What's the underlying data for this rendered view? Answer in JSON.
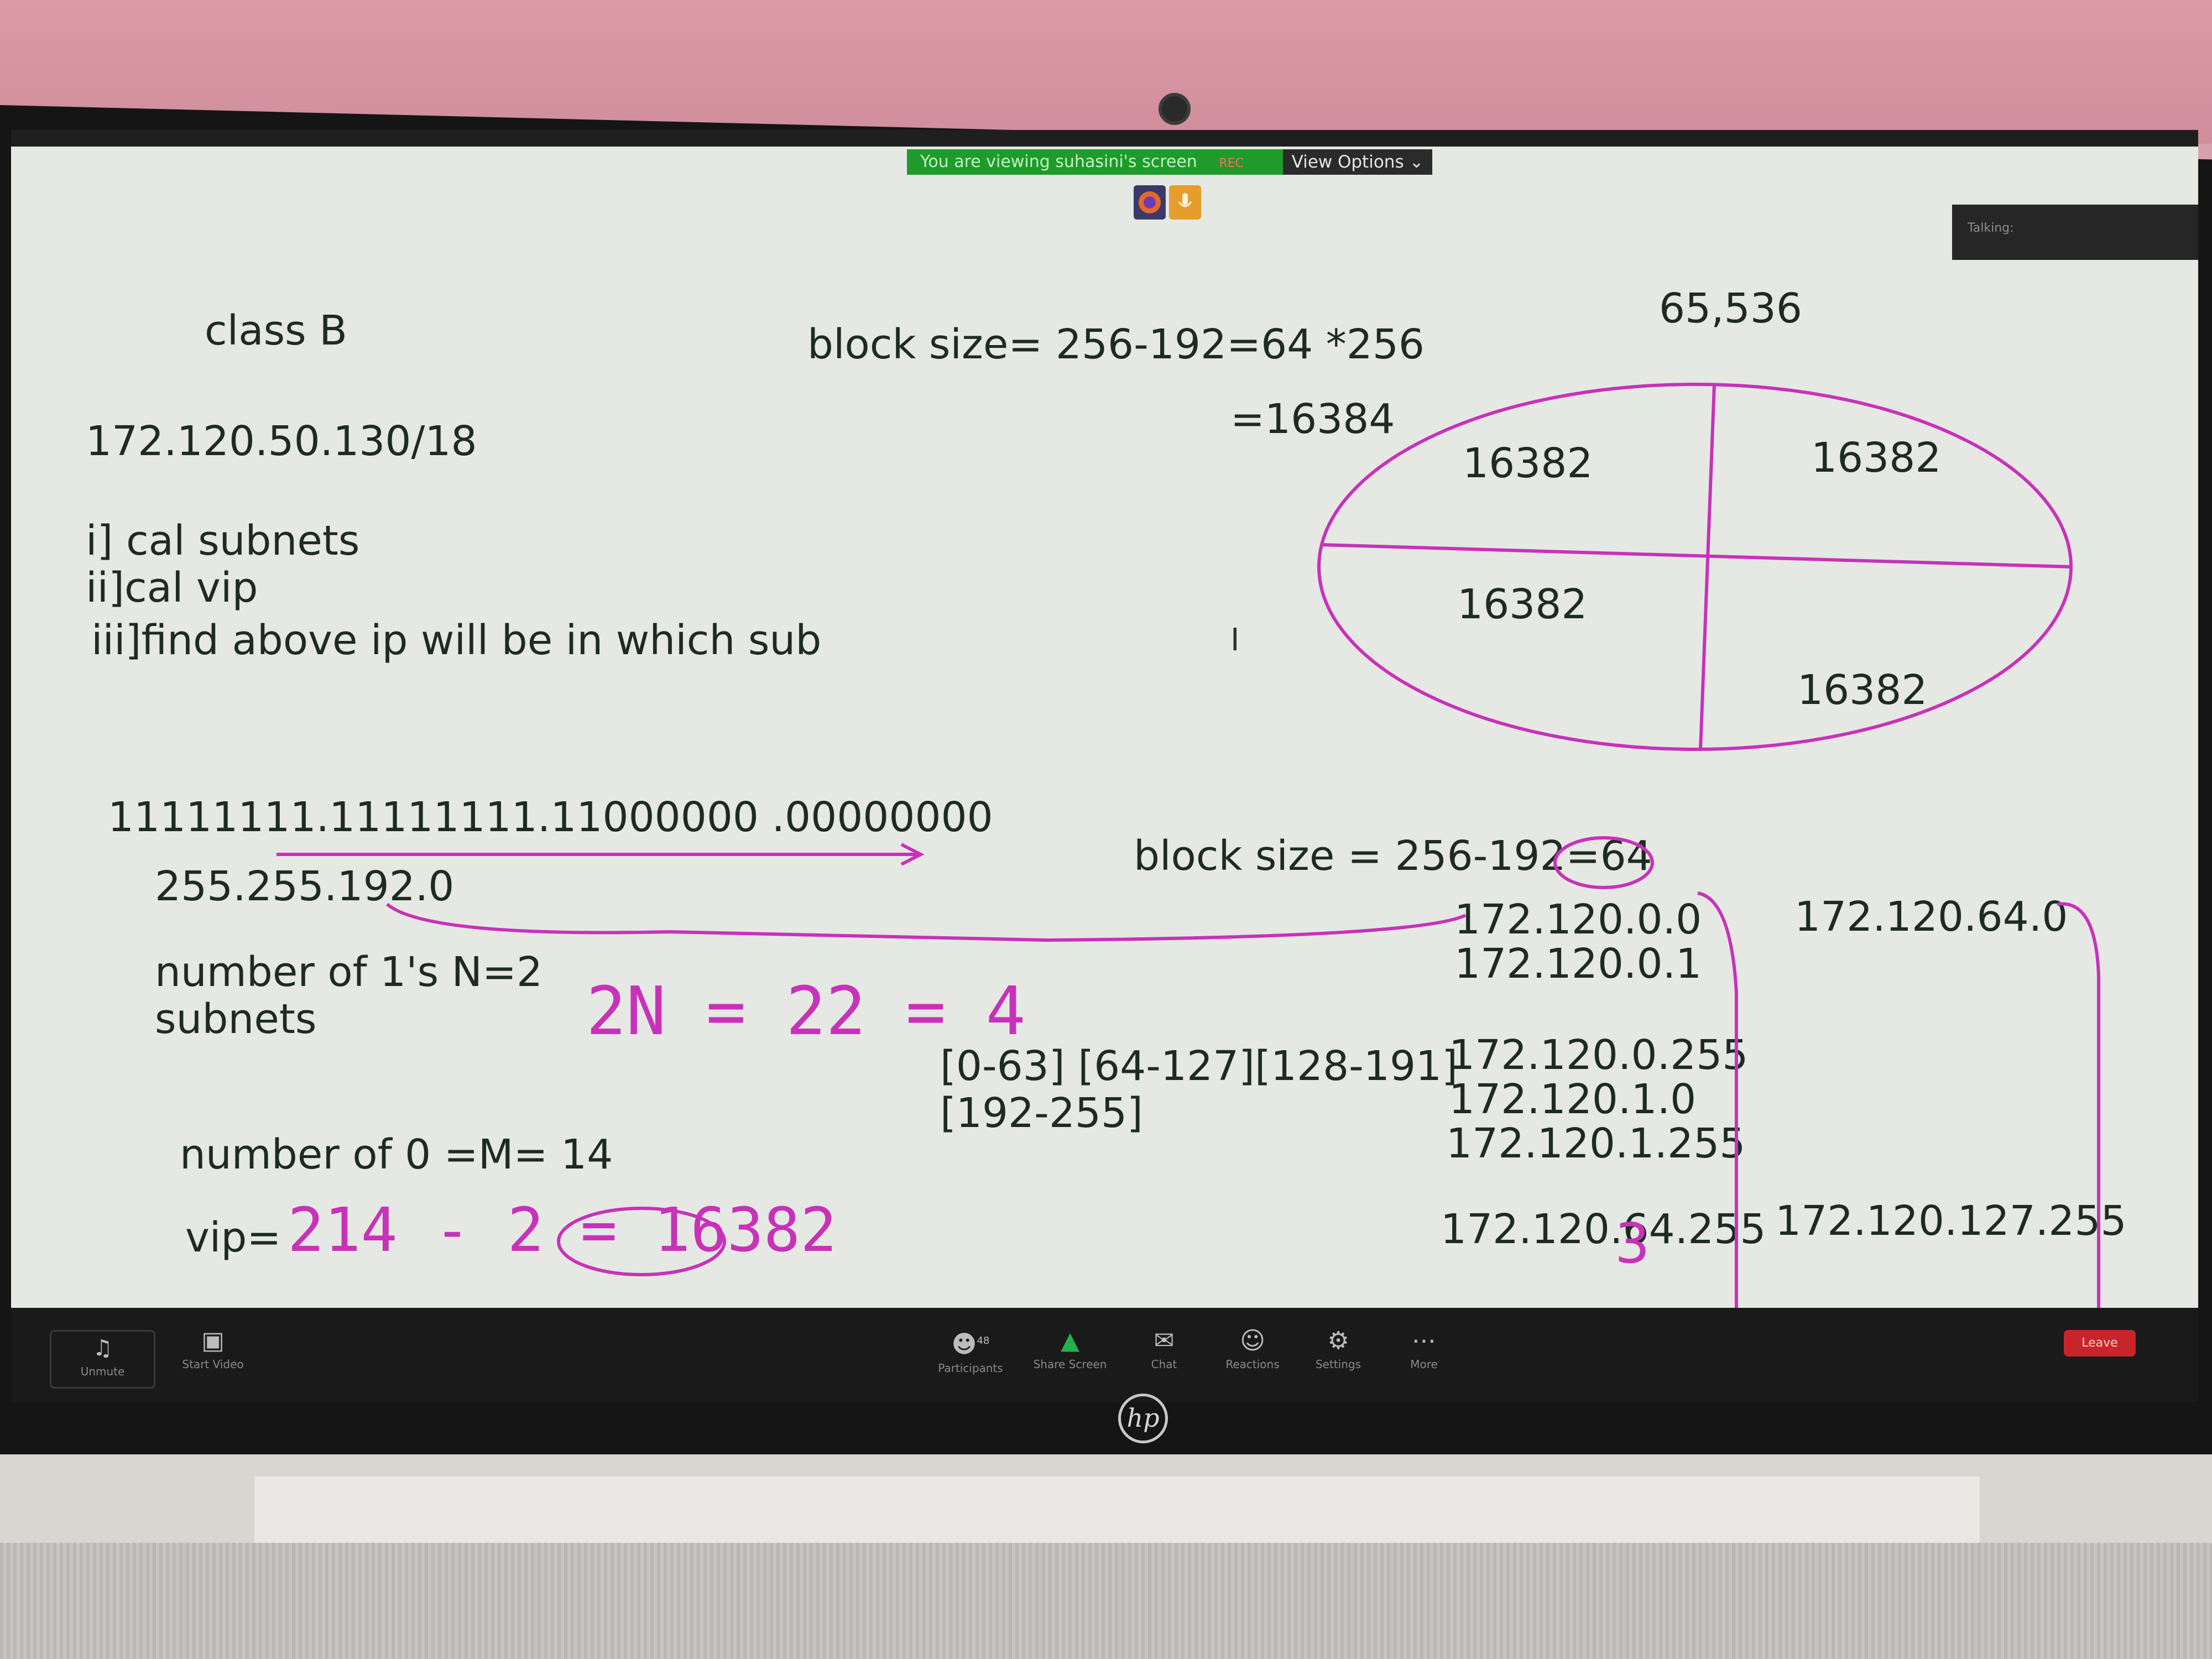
{
  "zoom": {
    "banner_text": "You are viewing suhasini's screen",
    "rec_label": "REC",
    "view_options_label": "View Options",
    "talking_label": "Talking:",
    "toolbar": {
      "mute_label": "Unmute",
      "video_label": "Start Video",
      "participants_label": "Participants",
      "participants_count": "48",
      "share_label": "Share Screen",
      "chat_label": "Chat",
      "reactions_label": "Reactions",
      "settings_label": "Settings",
      "more_label": "More",
      "leave_label": "Leave"
    }
  },
  "slide": {
    "heading": "class B",
    "ip": "172.120.50.130/18",
    "q1": "i] cal subnets",
    "q2": "ii]cal vip",
    "q3": "iii]find above ip will be in which sub",
    "block_size_top": "block size= 256-192=64 *256",
    "block_size_result": "=16384",
    "total": "65,536",
    "quadrants": [
      "16382",
      "16382",
      "16382",
      "16382"
    ],
    "binary_mask": "11111111.11111111.11000000 .00000000",
    "dotted_mask": "255.255.192.0",
    "ones_count": "number of 1's N=2",
    "subnets_label": "subnets",
    "zeros_count": "number of 0 =M= 14",
    "vip_label": "vip=",
    "ranges_line1": "[0-63] [64-127][128-191]",
    "ranges_line2": "[192-255]",
    "block_size_mid": "block size = 256-192=64",
    "subnet1": [
      "172.120.0.0",
      "172.120.0.1",
      "172.120.0.255",
      "172.120.1.0",
      "172.120.1.255",
      "172.120.64.255"
    ],
    "subnet2_first": "172.120.64.0",
    "subnet2_last": "172.120.127.255"
  },
  "annotations": {
    "power_formula": "2N = 22 = 4",
    "vip_formula": "214 - 2 = 16382",
    "vip_result": "16382",
    "correction": "3",
    "pen_color": "#c832b9"
  },
  "brand": "hp"
}
